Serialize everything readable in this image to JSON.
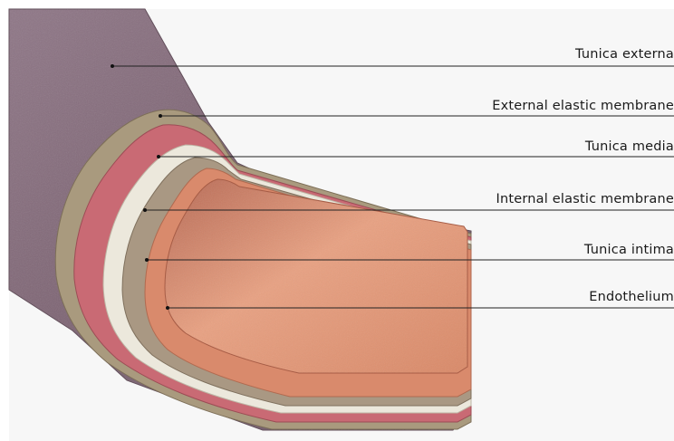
{
  "diagram": {
    "labels": [
      {
        "id": "tunica-externa",
        "text": "Tunica externa"
      },
      {
        "id": "external-elastic-membrane",
        "text": "External elastic membrane"
      },
      {
        "id": "tunica-media",
        "text": "Tunica media"
      },
      {
        "id": "internal-elastic-membrane",
        "text": "Internal elastic membrane"
      },
      {
        "id": "tunica-intima",
        "text": "Tunica intima"
      },
      {
        "id": "endothelium",
        "text": "Endothelium"
      }
    ]
  },
  "colors": {
    "tunica_externa": "#8a7182",
    "external_elastic": "#a89a7c",
    "tunica_media": "#c86a73",
    "internal_elastic": "#ece8dc",
    "tunica_intima": "#a99883",
    "endothelium": "#d88a6c",
    "lumen": "#e0926f",
    "leader_line": "#222222"
  }
}
